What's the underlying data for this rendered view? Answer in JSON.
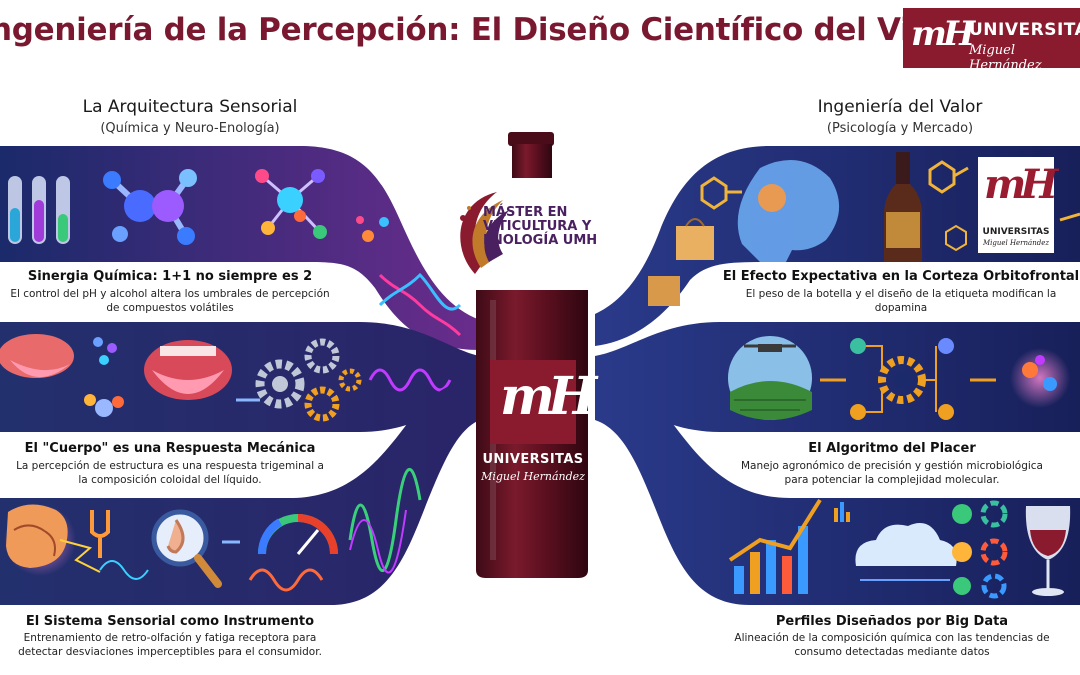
{
  "header": {
    "title": "ngeniería de la Percepción: El Diseño Científico del Vino",
    "logo_line1": "UNIVERSITAS",
    "logo_line2": "Miguel Hernández",
    "logo_mark": "mH"
  },
  "left_column": {
    "title": "La Arquitectura Sensorial",
    "subtitle": "(Química y Neuro-Enología)",
    "panels": [
      {
        "title": "Sinergia Química: 1+1 no siempre es 2",
        "description": "El control del pH y alcohol altera los umbrales de percepción de compuestos volátiles"
      },
      {
        "title": "El \"Cuerpo\" es una Respuesta Mecánica",
        "description": "La percepción de estructura es una respuesta trigeminal a la composición coloidal del líquido."
      },
      {
        "title": "El Sistema Sensorial como Instrumento",
        "description": "Entrenamiento de retro-olfación y fatiga receptora para detectar desviaciones imperceptibles para el consumidor."
      }
    ]
  },
  "right_column": {
    "title": "Ingeniería del Valor",
    "subtitle": "(Psicología y Mercado)",
    "panels": [
      {
        "title": "El Efecto Expectativa en la Corteza Orbitofrontal",
        "description": "El peso de la botella y el diseño de la etiqueta modifican la dopamina"
      },
      {
        "title": "El Algoritmo del Placer",
        "description": "Manejo agronómico de precisión y gestión microbiológica para potenciar la complejidad molecular."
      },
      {
        "title": "Perfiles Diseñados por Big Data",
        "description": "Alineación de la composición química con las tendencias de consumo detectadas mediante datos"
      }
    ],
    "panel_logo_line1": "UNIVERSITAS",
    "panel_logo_line2": "Miguel Hernández"
  },
  "center": {
    "master_label": "MÁSTER EN VITICULTURA Y ENOLOGÍA UMH",
    "bottle_label_line1": "UNIVERSITAS",
    "bottle_label_line2": "Miguel Hernández"
  },
  "colors": {
    "brand": "#8a1b2e",
    "title": "#7a1830",
    "panel_dark": "#1c2350",
    "panel_purple": "#4a2a7a",
    "bottle": "#5e1020"
  },
  "icons": [
    "test-tube-icon",
    "molecule-icon",
    "dna-icon",
    "tongue-icon",
    "gear-icon",
    "brain-icon",
    "tuning-fork-icon",
    "magnifier-nose-icon",
    "gauge-icon",
    "wine-bottle-icon",
    "shopping-bag-icon",
    "drone-icon",
    "bar-chart-icon",
    "cloud-icon",
    "wine-glass-icon"
  ]
}
